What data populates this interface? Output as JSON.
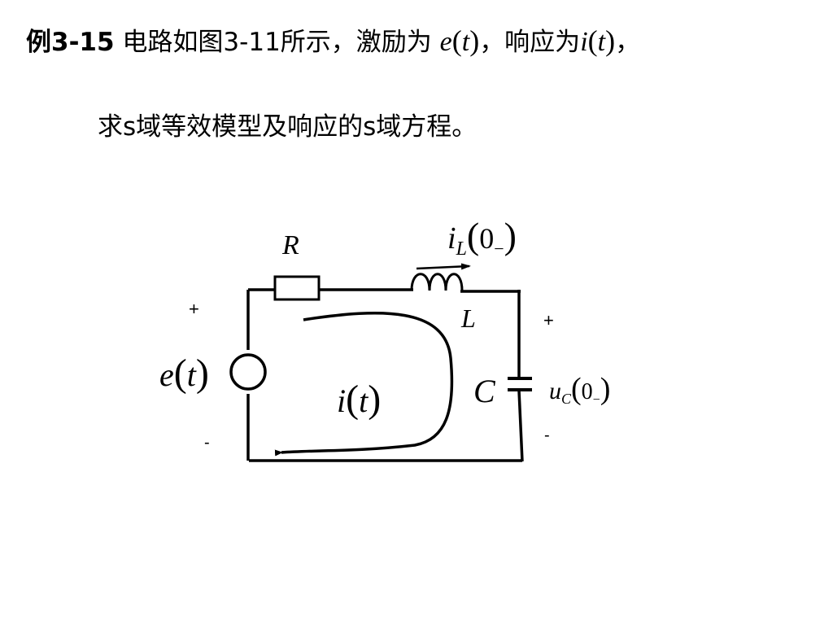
{
  "problem": {
    "label": "例3-15",
    "text_a": " 电路如图3-11所示，激励为 ",
    "excitation_symbol": "e",
    "excitation_arg": "t",
    "text_b": "，响应为",
    "response_symbol": "i",
    "response_arg": "t",
    "text_c": "，",
    "line2": "求s域等效模型及响应的s域方程。"
  },
  "circuit": {
    "resistor_label": "R",
    "inductor_label": "L",
    "inductor_current_symbol": "i",
    "inductor_current_sub": "L",
    "inductor_current_arg": "0",
    "inductor_current_minus": "−",
    "capacitor_label": "C",
    "capacitor_voltage_symbol": "u",
    "capacitor_voltage_sub": "C",
    "capacitor_voltage_arg": "0",
    "capacitor_voltage_minus": "−",
    "source_symbol": "e",
    "source_arg": "t",
    "loop_current_symbol": "i",
    "loop_current_arg": "t",
    "source_plus": "+",
    "source_minus": "-",
    "cap_plus": "+",
    "cap_minus": "-"
  }
}
